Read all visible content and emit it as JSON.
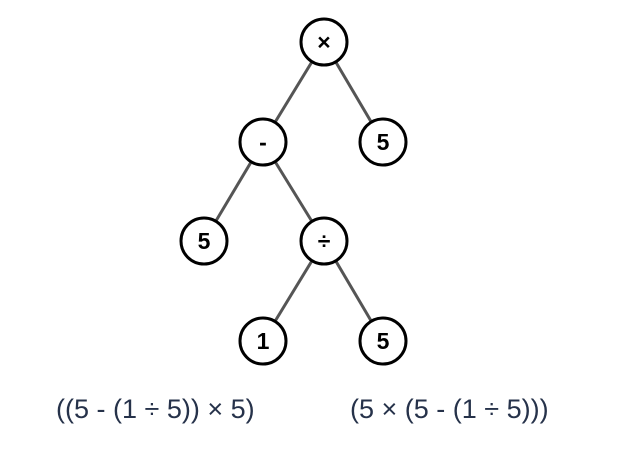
{
  "tree": {
    "nodes": [
      {
        "id": "n0",
        "label": "×",
        "parent": null
      },
      {
        "id": "n1",
        "label": "-",
        "parent": "n0"
      },
      {
        "id": "n2",
        "label": "5",
        "parent": "n0"
      },
      {
        "id": "n3",
        "label": "5",
        "parent": "n1"
      },
      {
        "id": "n4",
        "label": "÷",
        "parent": "n1"
      },
      {
        "id": "n5",
        "label": "1",
        "parent": "n4"
      },
      {
        "id": "n6",
        "label": "5",
        "parent": "n4"
      }
    ]
  },
  "expressions": {
    "left": "((5 - (1 ÷ 5)) × 5)",
    "right": "(5 × (5 - (1 ÷ 5)))"
  }
}
